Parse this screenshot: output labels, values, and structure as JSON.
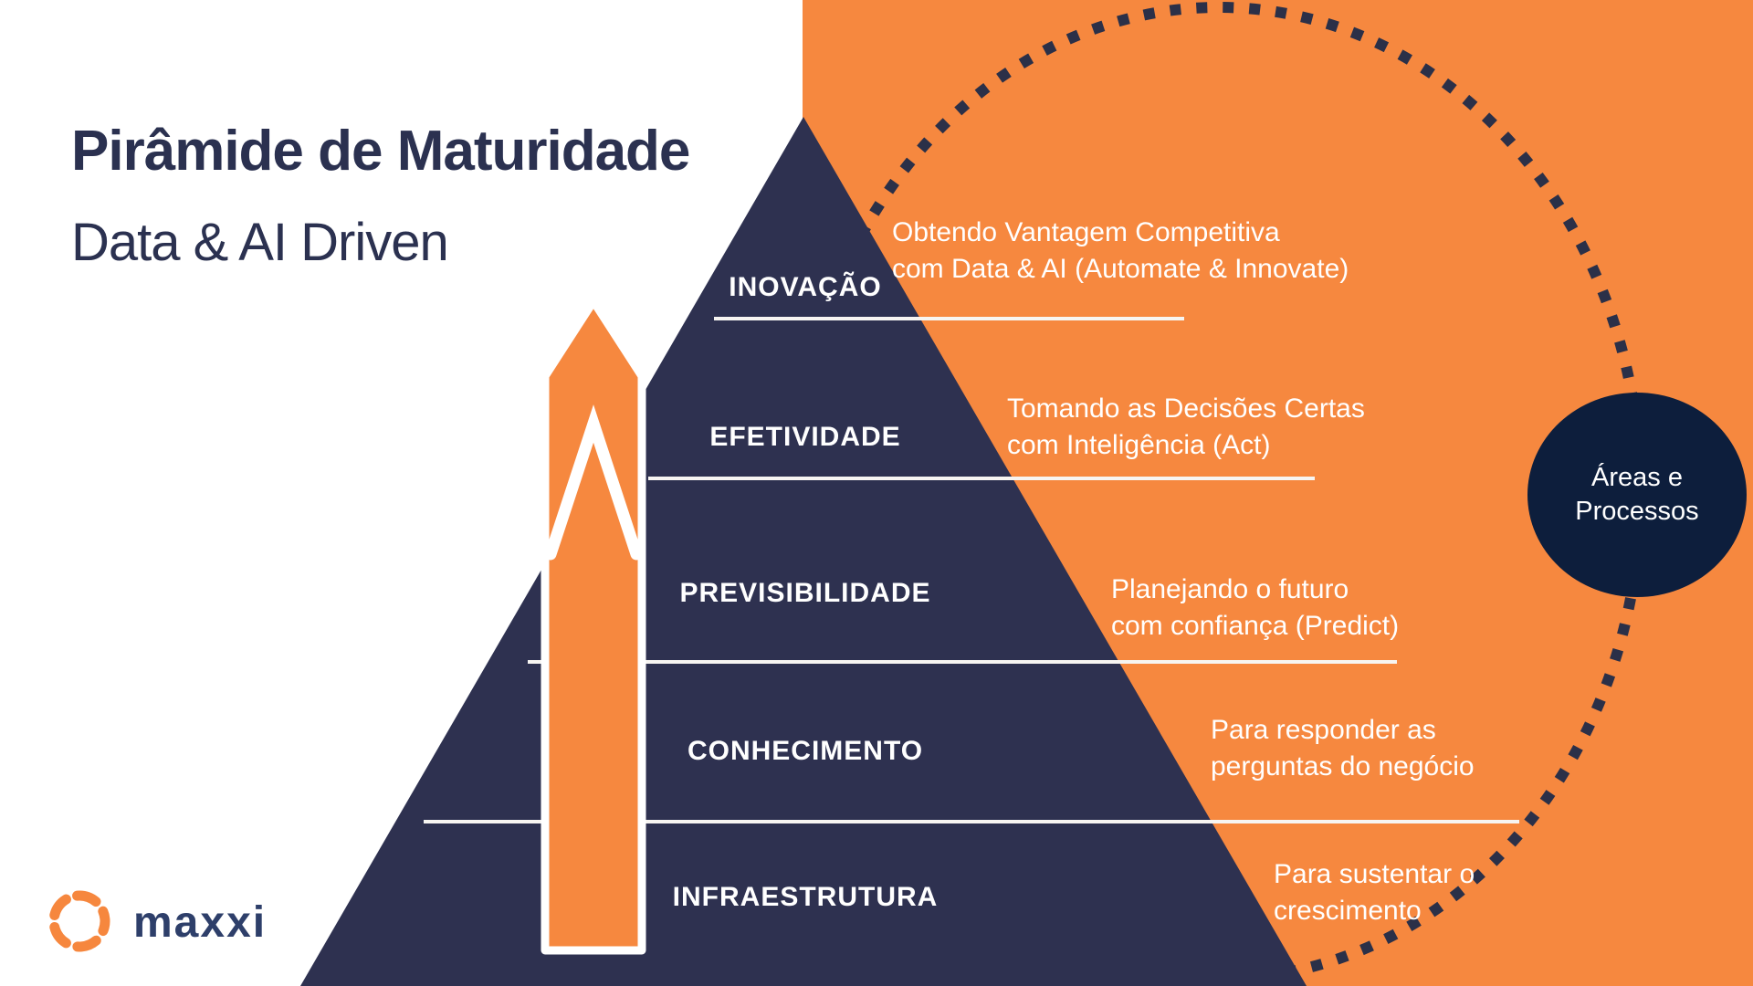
{
  "title": {
    "line1": "Pirâmide de Maturidade",
    "line2": "Data & AI Driven"
  },
  "pyramid": {
    "levels": [
      {
        "label": "INOVAÇÃO",
        "desc_line1": "Obtendo Vantagem Competitiva",
        "desc_line2": "com Data & AI (Automate & Innovate)"
      },
      {
        "label": "EFETIVIDADE",
        "desc_line1": "Tomando as Decisões Certas",
        "desc_line2": "com Inteligência (Act)"
      },
      {
        "label": "PREVISIBILIDADE",
        "desc_line1": "Planejando o futuro",
        "desc_line2": "com confiança (Predict)"
      },
      {
        "label": "CONHECIMENTO",
        "desc_line1": "Para responder as",
        "desc_line2": "perguntas do negócio"
      },
      {
        "label": "INFRAESTRUTURA",
        "desc_line1": "Para sustentar o",
        "desc_line2": "crescimento"
      }
    ]
  },
  "side_circle": {
    "line1": "Áreas e",
    "line2": "Processos"
  },
  "logo": {
    "text": "maxxi"
  },
  "colors": {
    "orange": "#F6883F",
    "navy": "#2E3150",
    "dot_navy": "#2B3048",
    "dark_circle": "#0D1E3C",
    "title_navy": "#2B3150",
    "logo_navy": "#2E3F6A",
    "white": "#FFFFFF"
  }
}
